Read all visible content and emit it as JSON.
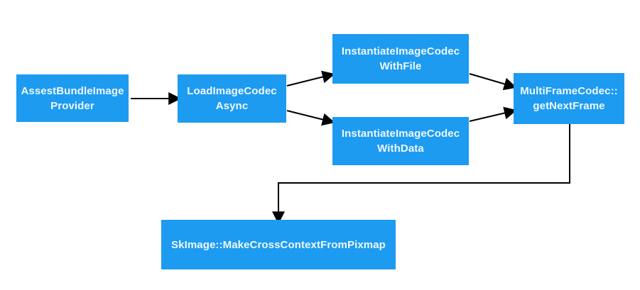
{
  "diagram": {
    "type": "flowchart",
    "colors": {
      "node_fill": "#1d9bf0",
      "node_text": "#eef8ff",
      "arrow": "#000000",
      "background": "#ffffff"
    },
    "nodes": [
      {
        "id": "AssestBundleImageProvider",
        "line1": "AssestBundleImage",
        "line2": "Provider"
      },
      {
        "id": "LoadImageCodecAsync",
        "line1": "LoadImageCodec",
        "line2": "Async"
      },
      {
        "id": "InstantiateImageCodecWithFile",
        "line1": "InstantiateImageCodec",
        "line2": "WithFile"
      },
      {
        "id": "InstantiateImageCodecWithData",
        "line1": "InstantiateImageCodec",
        "line2": "WithData"
      },
      {
        "id": "MultiFrameCodecGetNextFrame",
        "line1": "MultiFrameCodec::",
        "line2": "getNextFrame"
      },
      {
        "id": "SkImageMakeCrossContextFromPixmap",
        "line1": "SkImage::MakeCrossContextFromPixmap",
        "line2": ""
      }
    ],
    "edges": [
      {
        "from": "AssestBundleImageProvider",
        "to": "LoadImageCodecAsync"
      },
      {
        "from": "LoadImageCodecAsync",
        "to": "InstantiateImageCodecWithFile"
      },
      {
        "from": "LoadImageCodecAsync",
        "to": "InstantiateImageCodecWithData"
      },
      {
        "from": "InstantiateImageCodecWithFile",
        "to": "MultiFrameCodecGetNextFrame"
      },
      {
        "from": "InstantiateImageCodecWithData",
        "to": "MultiFrameCodecGetNextFrame"
      },
      {
        "from": "MultiFrameCodecGetNextFrame",
        "to": "SkImageMakeCrossContextFromPixmap"
      }
    ]
  }
}
